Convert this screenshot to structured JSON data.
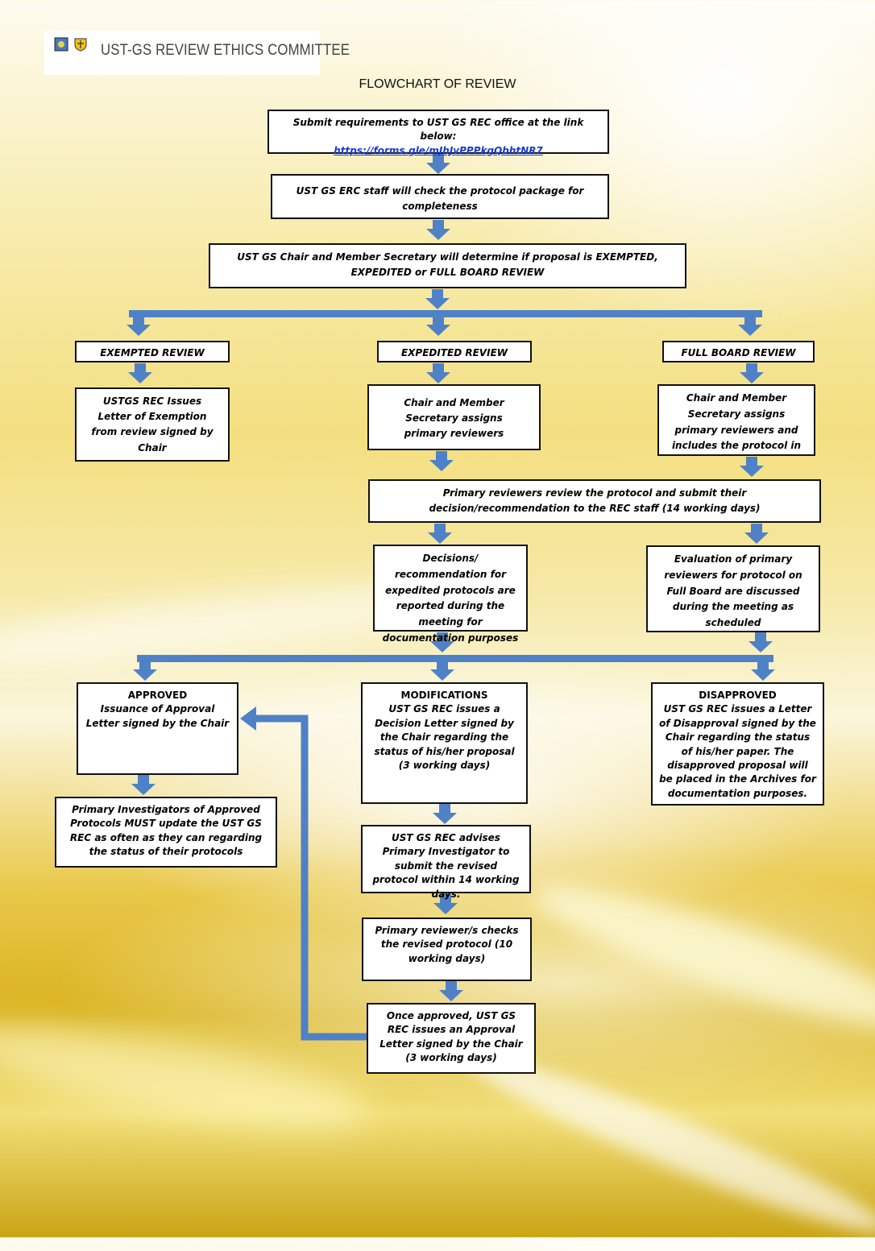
{
  "header": {
    "title": "UST-GS REVIEW ETHICS COMMITTEE"
  },
  "flowchart": {
    "title": "FLOWCHART OF REVIEW",
    "submit": {
      "text": "Submit requirements to UST GS REC office at the link below:",
      "link": "https://forms.gle/mJhJvPPPkgQbhtNR7"
    },
    "check": "UST GS ERC staff will check the protocol package for completeness",
    "determine": "UST GS Chair and Member Secretary will determine if proposal is EXEMPTED, EXPEDITED or FULL BOARD REVIEW",
    "exempted": {
      "label": "EXEMPTED REVIEW",
      "step1": "USTGS REC Issues Letter of Exemption from review signed by Chair"
    },
    "expedited": {
      "label": "EXPEDITED REVIEW",
      "step1": "Chair and Member Secretary assigns primary reviewers",
      "step2": "Decisions/ recommendation for expedited protocols are reported during the meeting for documentation purposes"
    },
    "fullboard": {
      "label": "FULL BOARD REVIEW",
      "step1": "Chair and Member Secretary assigns primary reviewers and includes the protocol in the next meeting",
      "step2": "Evaluation of primary reviewers for protocol on Full Board are discussed during the meeting as scheduled"
    },
    "primary_review": "Primary reviewers review the protocol and submit their decision/recommendation to the REC staff (14 working days)",
    "approved": {
      "label": "APPROVED",
      "text": "Issuance of Approval Letter signed by the Chair",
      "followup": "Primary Investigators of Approved Protocols MUST update the UST GS REC as often as they can regarding the status of their protocols"
    },
    "modifications": {
      "label": "MODIFICATIONS",
      "text": "UST GS REC issues a Decision Letter signed by the Chair regarding the status of his/her proposal (3 working days)",
      "step1": "UST GS REC advises Primary Investigator to submit the revised protocol within 14 working days.",
      "step2": "Primary reviewer/s checks the revised protocol (10 working days)",
      "step3": "Once approved, UST GS REC issues an Approval Letter signed by the Chair (3 working days)"
    },
    "disapproved": {
      "label": "DISAPPROVED",
      "text": "UST GS REC issues a Letter of Disapproval signed by the Chair regarding the status of his/her paper. The disapproved proposal will be placed in the Archives for documentation purposes."
    }
  },
  "colors": {
    "arrow": "#4f81c7",
    "box_border": "#111111",
    "link": "#1a3cc8"
  }
}
